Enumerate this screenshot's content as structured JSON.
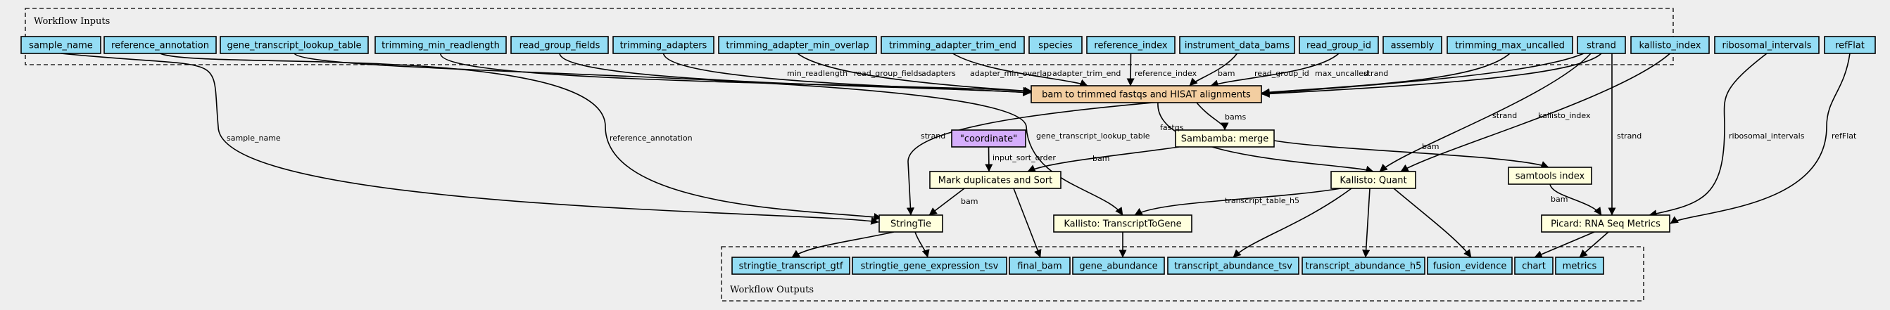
{
  "colors": {
    "background": "#eeeeee",
    "input_output": "#94ddf4",
    "step": "#ffffdd",
    "subworkflow": "#f3cea1",
    "default_value": "#d5aefc"
  },
  "clusters": {
    "inputs_title": "Workflow Inputs",
    "outputs_title": "Workflow Outputs"
  },
  "inputs": [
    {
      "id": "sample_name",
      "label": "sample_name"
    },
    {
      "id": "reference_annotation",
      "label": "reference_annotation"
    },
    {
      "id": "gene_transcript_lookup_table",
      "label": "gene_transcript_lookup_table"
    },
    {
      "id": "trimming_min_readlength",
      "label": "trimming_min_readlength"
    },
    {
      "id": "read_group_fields",
      "label": "read_group_fields"
    },
    {
      "id": "trimming_adapters",
      "label": "trimming_adapters"
    },
    {
      "id": "trimming_adapter_min_overlap",
      "label": "trimming_adapter_min_overlap"
    },
    {
      "id": "trimming_adapter_trim_end",
      "label": "trimming_adapter_trim_end"
    },
    {
      "id": "species",
      "label": "species"
    },
    {
      "id": "reference_index",
      "label": "reference_index"
    },
    {
      "id": "instrument_data_bams",
      "label": "instrument_data_bams"
    },
    {
      "id": "read_group_id",
      "label": "read_group_id"
    },
    {
      "id": "assembly",
      "label": "assembly"
    },
    {
      "id": "trimming_max_uncalled",
      "label": "trimming_max_uncalled"
    },
    {
      "id": "strand",
      "label": "strand"
    },
    {
      "id": "kallisto_index",
      "label": "kallisto_index"
    },
    {
      "id": "ribosomal_intervals",
      "label": "ribosomal_intervals"
    },
    {
      "id": "refFlat",
      "label": "refFlat"
    }
  ],
  "subworkflow": {
    "id": "bam_to_trimmed",
    "label": "bam to trimmed fastqs and HISAT alignments"
  },
  "steps": [
    {
      "id": "sambamba_merge",
      "label": "Sambamba: merge"
    },
    {
      "id": "coordinate",
      "label": "\"coordinate\""
    },
    {
      "id": "mark_dup_sort",
      "label": "Mark duplicates and Sort"
    },
    {
      "id": "kallisto_quant",
      "label": "Kallisto: Quant"
    },
    {
      "id": "samtools_index",
      "label": "samtools index"
    },
    {
      "id": "stringtie",
      "label": "StringTie"
    },
    {
      "id": "kallisto_t2g",
      "label": "Kallisto: TranscriptToGene"
    },
    {
      "id": "picard_rnaseq",
      "label": "Picard: RNA Seq Metrics"
    }
  ],
  "outputs": [
    {
      "id": "stringtie_transcript_gtf",
      "label": "stringtie_transcript_gtf"
    },
    {
      "id": "stringtie_gene_expression_tsv",
      "label": "stringtie_gene_expression_tsv"
    },
    {
      "id": "final_bam",
      "label": "final_bam"
    },
    {
      "id": "gene_abundance",
      "label": "gene_abundance"
    },
    {
      "id": "transcript_abundance_tsv",
      "label": "transcript_abundance_tsv"
    },
    {
      "id": "transcript_abundance_h5",
      "label": "transcript_abundance_h5"
    },
    {
      "id": "fusion_evidence",
      "label": "fusion_evidence"
    },
    {
      "id": "chart",
      "label": "chart"
    },
    {
      "id": "metrics",
      "label": "metrics"
    }
  ],
  "edges": [
    {
      "from": "trimming_min_readlength",
      "to": "bam_to_trimmed",
      "label": "min_readlength"
    },
    {
      "from": "read_group_fields",
      "to": "bam_to_trimmed",
      "label": "read_group_fields"
    },
    {
      "from": "trimming_adapters",
      "to": "bam_to_trimmed",
      "label": "adapters"
    },
    {
      "from": "trimming_adapter_min_overlap",
      "to": "bam_to_trimmed",
      "label": "adapter_min_overlap"
    },
    {
      "from": "trimming_adapter_trim_end",
      "to": "bam_to_trimmed",
      "label": "adapter_trim_end"
    },
    {
      "from": "reference_index",
      "to": "bam_to_trimmed",
      "label": "reference_index"
    },
    {
      "from": "instrument_data_bams",
      "to": "bam_to_trimmed",
      "label": "bam"
    },
    {
      "from": "read_group_id",
      "to": "bam_to_trimmed",
      "label": "read_group_id"
    },
    {
      "from": "trimming_max_uncalled",
      "to": "bam_to_trimmed",
      "label": "max_uncalled"
    },
    {
      "from": "strand",
      "to": "bam_to_trimmed",
      "label": "strand"
    },
    {
      "from": "bam_to_trimmed",
      "to": "sambamba_merge",
      "label": "bams"
    },
    {
      "from": "bam_to_trimmed",
      "to": "kallisto_quant",
      "label": "fastqs"
    },
    {
      "from": "coordinate",
      "to": "mark_dup_sort",
      "label": "input_sort_order"
    },
    {
      "from": "sambamba_merge",
      "to": "mark_dup_sort",
      "label": "bam"
    },
    {
      "from": "sambamba_merge",
      "to": "samtools_index",
      "label": "bam"
    },
    {
      "from": "strand",
      "to": "kallisto_quant",
      "label": "strand"
    },
    {
      "from": "kallisto_index",
      "to": "kallisto_quant",
      "label": "kallisto_index"
    },
    {
      "from": "sample_name",
      "to": "stringtie",
      "label": "sample_name"
    },
    {
      "from": "reference_annotation",
      "to": "stringtie",
      "label": "reference_annotation"
    },
    {
      "from": "strand",
      "to": "stringtie",
      "label": "strand"
    },
    {
      "from": "mark_dup_sort",
      "to": "stringtie",
      "label": "bam"
    },
    {
      "from": "gene_transcript_lookup_table",
      "to": "kallisto_t2g",
      "label": "gene_transcript_lookup_table"
    },
    {
      "from": "kallisto_quant",
      "to": "kallisto_t2g",
      "label": "transcript_table_h5"
    },
    {
      "from": "samtools_index",
      "to": "picard_rnaseq",
      "label": "bam"
    },
    {
      "from": "strand",
      "to": "picard_rnaseq",
      "label": "strand"
    },
    {
      "from": "ribosomal_intervals",
      "to": "picard_rnaseq",
      "label": "ribosomal_intervals"
    },
    {
      "from": "refFlat",
      "to": "picard_rnaseq",
      "label": "refFlat"
    },
    {
      "from": "stringtie",
      "to": "stringtie_transcript_gtf",
      "label": ""
    },
    {
      "from": "stringtie",
      "to": "stringtie_gene_expression_tsv",
      "label": ""
    },
    {
      "from": "mark_dup_sort",
      "to": "final_bam",
      "label": ""
    },
    {
      "from": "kallisto_t2g",
      "to": "gene_abundance",
      "label": ""
    },
    {
      "from": "kallisto_quant",
      "to": "transcript_abundance_tsv",
      "label": ""
    },
    {
      "from": "kallisto_quant",
      "to": "transcript_abundance_h5",
      "label": ""
    },
    {
      "from": "kallisto_quant",
      "to": "fusion_evidence",
      "label": ""
    },
    {
      "from": "picard_rnaseq",
      "to": "chart",
      "label": ""
    },
    {
      "from": "picard_rnaseq",
      "to": "metrics",
      "label": ""
    }
  ]
}
